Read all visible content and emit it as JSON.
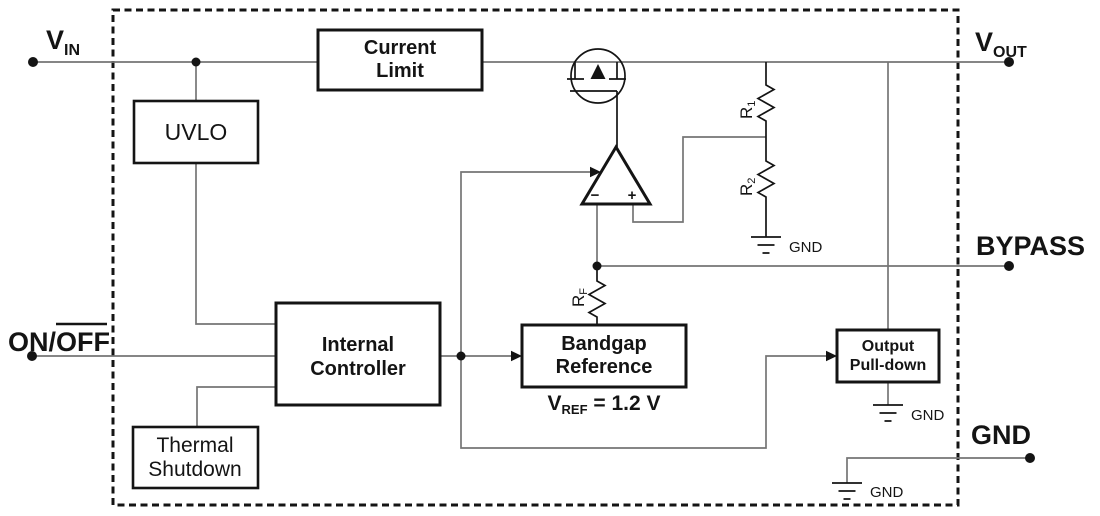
{
  "pins": {
    "vin": {
      "main": "V",
      "sub": "IN"
    },
    "vout": {
      "main": "V",
      "sub": "OUT"
    },
    "onoff": {
      "plain": "ON/",
      "overline": "OFF"
    },
    "bypass": {
      "label": "BYPASS"
    },
    "gnd": {
      "label": "GND"
    }
  },
  "blocks": {
    "current_limit": {
      "line1": "Current",
      "line2": "Limit"
    },
    "uvlo": {
      "label": "UVLO"
    },
    "internal_controller": {
      "line1": "Internal",
      "line2": "Controller"
    },
    "thermal_shutdown": {
      "line1": "Thermal",
      "line2": "Shutdown"
    },
    "bandgap_reference": {
      "line1": "Bandgap",
      "line2": "Reference"
    },
    "output_pulldown": {
      "line1": "Output",
      "line2": "Pull-down"
    }
  },
  "components": {
    "r1": {
      "main": "R",
      "sub": "1"
    },
    "r2": {
      "main": "R",
      "sub": "2"
    },
    "rf": {
      "main": "R",
      "sub": "F"
    },
    "vref": {
      "main": "V",
      "sub": "REF",
      "rest": " = 1.2 V"
    },
    "error_amp": {
      "minus": "−",
      "plus": "+"
    }
  },
  "ground_labels": {
    "divider": "GND",
    "pulldown": "GND",
    "pin": "GND"
  },
  "colors": {
    "wire": "#757575",
    "ink": "#141414",
    "background": "#ffffff"
  }
}
